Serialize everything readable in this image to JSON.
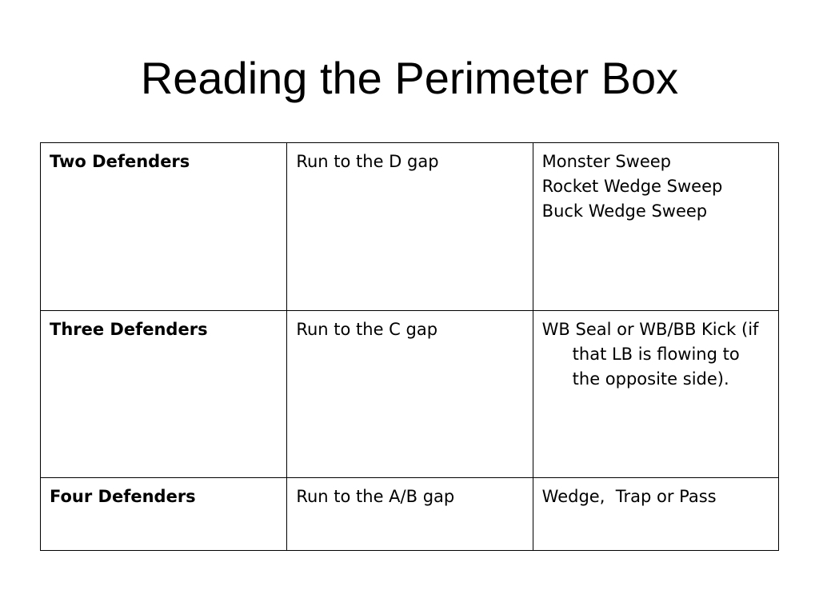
{
  "slide": {
    "title": "Reading the Perimeter Box"
  },
  "table": {
    "rows": [
      {
        "defenders": "Two Defenders",
        "action": "Run to the D gap",
        "plays": [
          "Monster Sweep",
          "Rocket Wedge Sweep",
          "Buck Wedge Sweep"
        ]
      },
      {
        "defenders": "Three Defenders",
        "action": "Run to the C gap",
        "plays_text": "WB Seal or WB/BB Kick (if that LB is flowing to the opposite side)."
      },
      {
        "defenders": "Four Defenders",
        "action": "Run to the A/B gap",
        "plays_text": "Wedge,  Trap or Pass"
      }
    ]
  }
}
